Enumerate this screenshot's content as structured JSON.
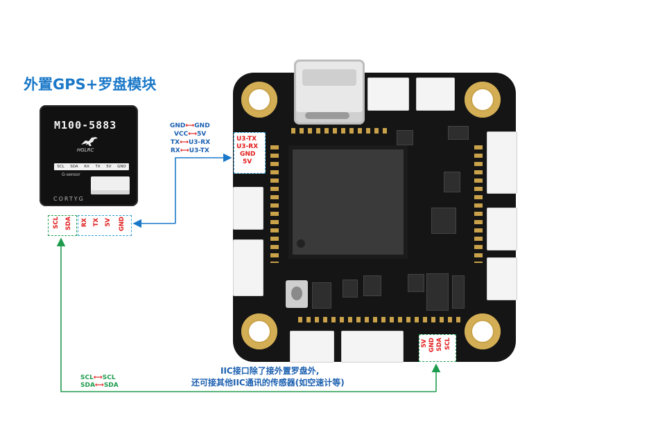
{
  "title": "外置GPS+罗盘模块",
  "gps_module": {
    "model": "M100-5883",
    "brand": "HGLRC",
    "sensor_label": "G-sensor",
    "footer": "CORTYG",
    "pins": [
      "SCL",
      "SDA",
      "RX",
      "TX",
      "5V",
      "GND"
    ]
  },
  "gps_pin_labels_i2c": [
    "SCL",
    "SDA"
  ],
  "gps_pin_labels_uart": [
    "RX",
    "TX",
    "5V",
    "GND"
  ],
  "uart_mapping": [
    {
      "left": "GND",
      "right": "GND"
    },
    {
      "left": "VCC",
      "right": "5V"
    },
    {
      "left": "TX",
      "right": "U3-RX"
    },
    {
      "left": "RX",
      "right": "U3-TX"
    }
  ],
  "uart_board_labels": [
    "U3-TX",
    "U3-RX",
    "GND",
    "5V"
  ],
  "i2c_board_labels": [
    "5V",
    "GND",
    "SDA",
    "SCL"
  ],
  "i2c_mapping": [
    {
      "left": "SCL",
      "right": "SCL"
    },
    {
      "left": "SDA",
      "right": "SDA"
    }
  ],
  "note": {
    "line1": "IIC接口除了接外置罗盘外,",
    "line2": "还可接其他IIC通讯的传感器(如空速计等)"
  },
  "colors": {
    "title": "#1a78c8",
    "uart_wire": "#1a78c8",
    "i2c_wire": "#1e9b4d",
    "pin_text": "#e21a1a",
    "board": "#151515",
    "mount_hole": "#c9a24a"
  }
}
